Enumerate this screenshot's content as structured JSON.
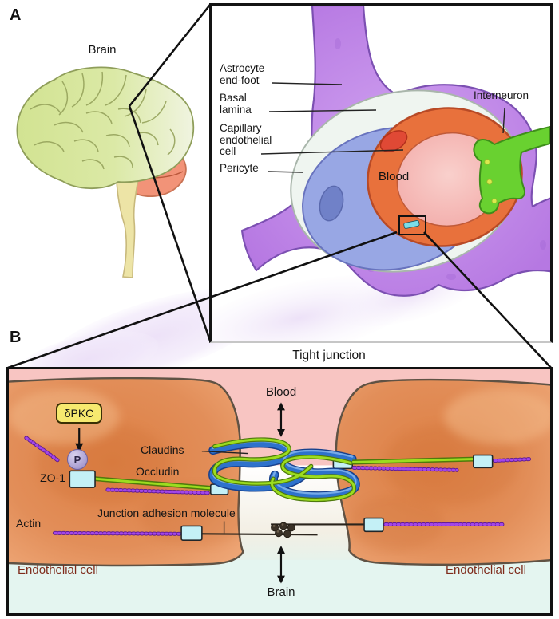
{
  "figure": {
    "panel_a_letter": "A",
    "panel_b_letter": "B"
  },
  "panel_a": {
    "brain_label": "Brain",
    "inset_labels": {
      "astrocyte_end_foot": "Astrocyte\nend-foot",
      "basal_lamina": "Basal\nlamina",
      "capillary_endothelial_cell": "Capillary\nendothelial\ncell",
      "pericyte": "Pericyte",
      "interneuron": "Interneuron",
      "blood": "Blood"
    }
  },
  "panel_b": {
    "title": "Tight junction",
    "labels": {
      "blood": "Blood",
      "brain": "Brain",
      "dpkc": "δPKC",
      "phospho": "P",
      "zo1": "ZO-1",
      "claudins": "Claudins",
      "occludin": "Occludin",
      "junction_adhesion_molecule": "Junction adhesion molecule",
      "actin": "Actin",
      "endothelial_cell_left": "Endothelial cell",
      "endothelial_cell_right": "Endothelial cell"
    }
  },
  "colors": {
    "blood_pink": "#F8C5C2",
    "endothelial_orange": "#DE8048",
    "brain_cyan": "#E4F5F0",
    "astrocyte_purple": "#BD86E8",
    "pericyte_blue": "#98A7E4",
    "interneuron_green": "#69D130",
    "claudin_blue": "#2E72CC",
    "occludin_green": "#9CDD1F",
    "actin_purple": "#9130D6",
    "zo1_cyan": "#C4F0F6",
    "dpkc_yellow": "#F6E96F",
    "brain_cortex_green": "#D4E596",
    "cerebellum_salmon": "#F29378",
    "brainstem_yellow": "#EDE4A6"
  }
}
